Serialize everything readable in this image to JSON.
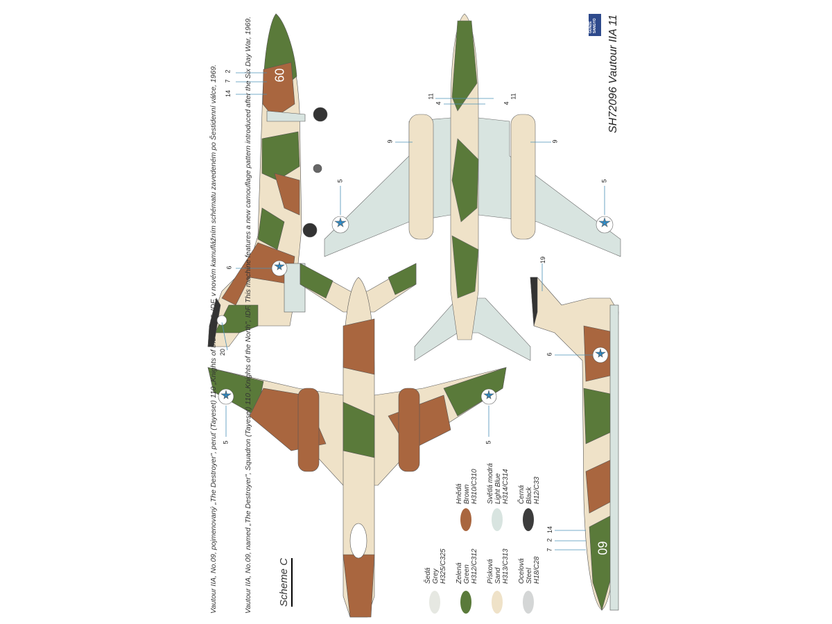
{
  "title": "SH72096 Vautour IIA 11",
  "logo_text": "GUNZE SANGYO",
  "scheme": {
    "label": "Scheme C",
    "text_cz": "Vautour IIA, No.09, pojmenovaný „The Destroyer\", peruť (Tayeset) 110 „Knights of the North\", IDF, v novém kamuflážním schématu zavedeném po Šestidenní válce, 1969.",
    "text_en": "Vautour IIA, No.09, named „The Destroyer\", Squadron (Tayeset) 110 „Knights of the North\", IDF. This machine features a new camouflage pattern introduced after the Six Day War, 1969."
  },
  "colors": [
    {
      "cz": "Šedá",
      "en": "Grey",
      "code": "H325/C325",
      "hex": "#e6e8e2"
    },
    {
      "cz": "Zelená",
      "en": "Green",
      "code": "H312/C312",
      "hex": "#5a7a3a"
    },
    {
      "cz": "Písková",
      "en": "Sand",
      "code": "H313/C313",
      "hex": "#efe2c8"
    },
    {
      "cz": "Ocelová",
      "en": "Steel",
      "code": "H18/C28",
      "hex": "#d4d6d6"
    },
    {
      "cz": "Hnědá",
      "en": "Brown",
      "code": "H310/C310",
      "hex": "#a9663f"
    },
    {
      "cz": "Světlá modrá",
      "en": "Light Blue",
      "code": "H314/C314",
      "hex": "#d8e4e0"
    },
    {
      "cz": "Černá",
      "en": "Black",
      "code": "H12/C33",
      "hex": "#3c3c3c"
    }
  ],
  "callouts": [
    "2",
    "7",
    "14",
    "6",
    "20",
    "11",
    "4",
    "11",
    "4",
    "9",
    "9",
    "5",
    "5",
    "19",
    "6",
    "14",
    "2",
    "7",
    "5",
    "5"
  ],
  "marking": "09"
}
